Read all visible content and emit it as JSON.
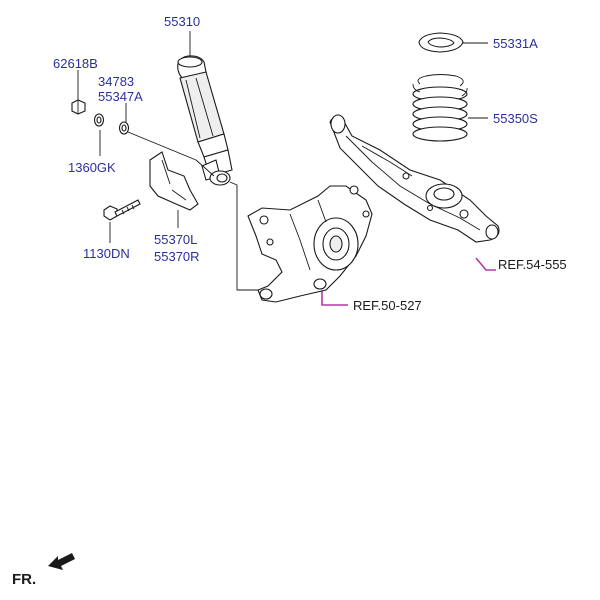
{
  "parts": {
    "shock_absorber": "55310",
    "spring_seat": "55331A",
    "coil_spring": "55350S",
    "nut": "62618B",
    "washer_a": "34783",
    "washer_b": "55347A",
    "bolt": "1360GK",
    "mount_bolt": "1130DN",
    "bracket_left": "55370L",
    "bracket_right": "55370R"
  },
  "references": {
    "knuckle_ref": "REF.50-527",
    "lower_arm_ref": "REF.54-555"
  },
  "direction_indicator": "FR.",
  "colors": {
    "part_number": "#2b2f9e",
    "reference_line": "#b23aa6",
    "line_art": "#1a1a1a"
  }
}
